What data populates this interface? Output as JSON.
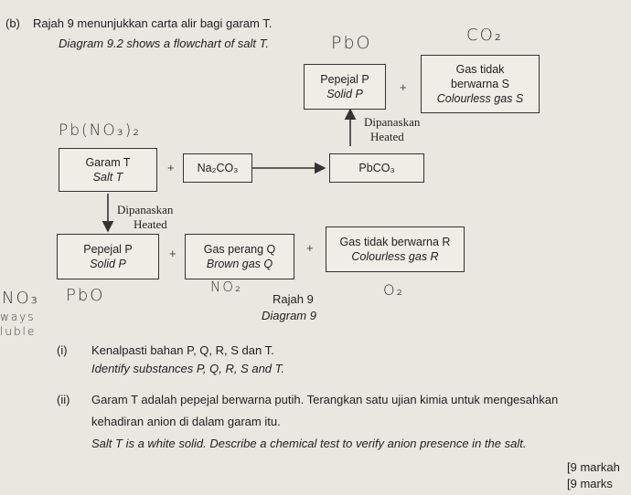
{
  "question": {
    "part_label": "(b)",
    "malay_intro": "Rajah 9 menunjukkan carta alir bagi garam T.",
    "english_intro": "Diagram 9.2 shows a flowchart of salt T."
  },
  "flowchart": {
    "top_product_p": {
      "malay": "Pepejal P",
      "english": "Solid P"
    },
    "top_gas_s": {
      "malay_line1": "Gas tidak",
      "malay_line2": "berwarna S",
      "english": "Colourless gas S"
    },
    "heat_up": {
      "malay": "Dipanaskan",
      "english": "Heated"
    },
    "salt_t": {
      "malay": "Garam T",
      "english": "Salt T"
    },
    "reagent": "Na₂CO₃",
    "precipitate": "PbCO₃",
    "heat_down": {
      "malay": "Dipanaskan",
      "english": "Heated"
    },
    "bottom_p": {
      "malay": "Pepejal P",
      "english": "Solid P"
    },
    "bottom_q": {
      "malay": "Gas perang Q",
      "english": "Brown gas Q"
    },
    "bottom_r": {
      "malay": "Gas tidak berwarna R",
      "english": "Colourless gas R"
    },
    "plus_sign": "+",
    "caption": {
      "malay": "Rajah 9",
      "english": "Diagram 9"
    }
  },
  "handwriting": {
    "pbo_top": "PbO",
    "co2": "CO₂",
    "pb_no3_2": "Pb(NO₃)₂",
    "no3": "NO₃",
    "pbo_left": "PbO",
    "no2": "NO₂",
    "o2": "O₂",
    "ways": "ways",
    "soluble": "luble"
  },
  "questions": [
    {
      "label": "(i)",
      "malay": "Kenalpasti bahan P, Q, R, S dan T.",
      "english": "Identify substances P, Q, R, S and T."
    },
    {
      "label": "(ii)",
      "malay_line1": "Garam T adalah pepejal berwarna putih. Terangkan satu ujian kimia untuk mengesahkan",
      "malay_line2": "kehadiran anion di dalam garam itu.",
      "english": "Salt T is a white solid. Describe a chemical test to verify anion presence in the salt."
    }
  ],
  "marks": {
    "malay": "[9 markah",
    "english": "[9 marks"
  }
}
